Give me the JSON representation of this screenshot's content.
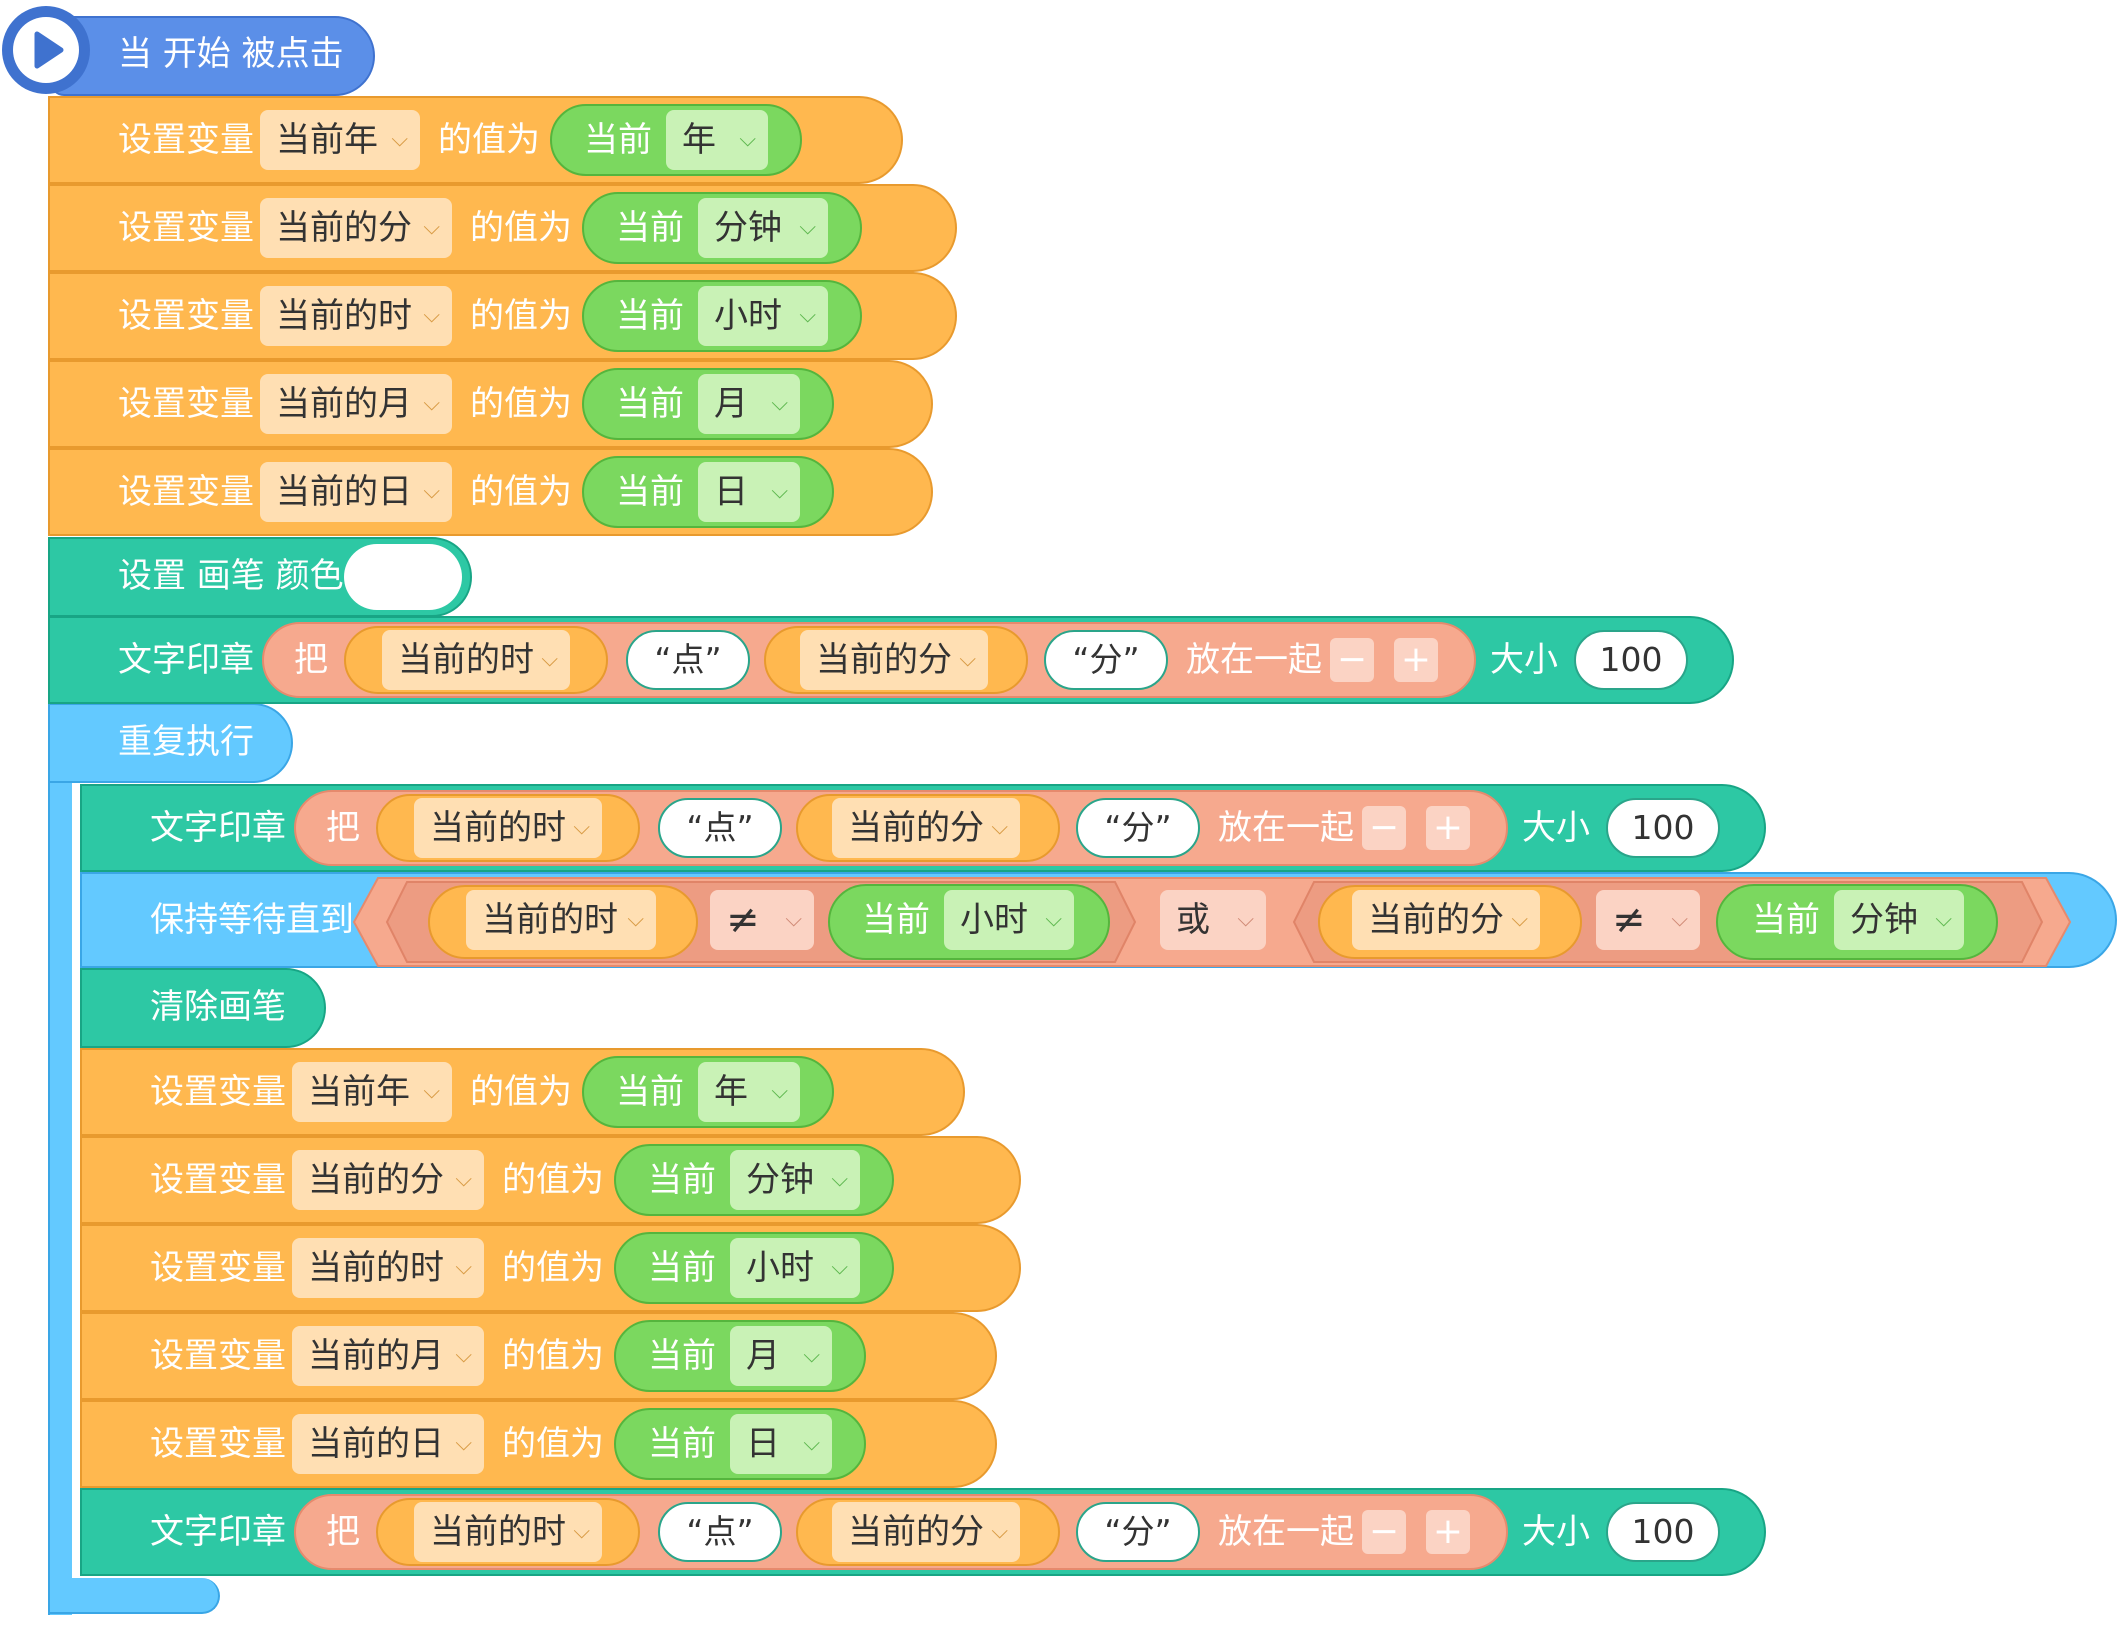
{
  "hat": {
    "label": "当 开始 被点击",
    "icon": "play-icon"
  },
  "set_label": "设置变量",
  "value_label": "的值为",
  "current_label": "当前",
  "block_group_1": [
    {
      "var": "当前年",
      "unit": "年"
    },
    {
      "var": "当前的分",
      "unit": "分钟"
    },
    {
      "var": "当前的时",
      "unit": "小时"
    },
    {
      "var": "当前的月",
      "unit": "月"
    },
    {
      "var": "当前的日",
      "unit": "日"
    }
  ],
  "pen_color": {
    "label": "设置 画笔 颜色",
    "color": "#ffffff"
  },
  "stamp": {
    "label": "文字印章",
    "join_label": "把",
    "var1": "当前的时",
    "text1": "“点”",
    "var2": "当前的分",
    "text2": "“分”",
    "together_label": "放在一起",
    "minus": "−",
    "plus": "+",
    "size_label": "大小",
    "size_value": "100"
  },
  "loop": {
    "label": "重复执行"
  },
  "wait": {
    "label": "保持等待直到",
    "left_var": "当前的时",
    "neq": "≠",
    "left_unit": "小时",
    "or": "或",
    "right_var": "当前的分",
    "right_unit": "分钟"
  },
  "clear": {
    "label": "清除画笔"
  },
  "colors": {
    "variable": "#ffb84f",
    "pen": "#2dc8a4",
    "loop": "#63c9ff",
    "hat": "#5b8fe8",
    "sensing": "#7bd85f",
    "operator": "#f6a98e"
  }
}
